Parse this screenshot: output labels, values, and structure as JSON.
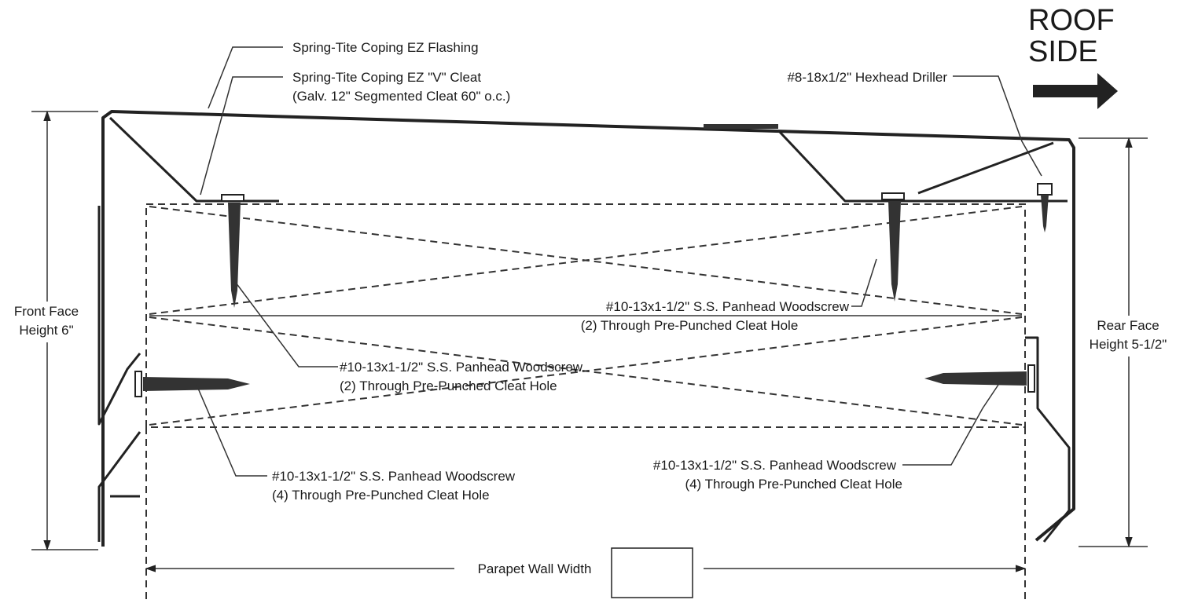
{
  "direction": {
    "line1": "ROOF",
    "line2": "SIDE"
  },
  "callouts": {
    "flashing": "Spring-Tite Coping EZ Flashing",
    "cleat_line1": "Spring-Tite Coping EZ \"V\" Cleat",
    "cleat_line2": "(Galv. 12\" Segmented Cleat 60\" o.c.)",
    "driller": "#8-18x1/2\" Hexhead Driller",
    "top_right_screw_line1": "#10-13x1-1/2\" S.S. Panhead Woodscrew",
    "top_right_screw_line2": "(2) Through Pre-Punched Cleat Hole",
    "top_left_screw_line1": "#10-13x1-1/2\" S.S. Panhead Woodscrew",
    "top_left_screw_line2": "(2) Through Pre-Punched Cleat Hole",
    "front_screw_line1": "#10-13x1-1/2\" S.S. Panhead Woodscrew",
    "front_screw_line2": "(4) Through Pre-Punched Cleat Hole",
    "rear_screw_line1": "#10-13x1-1/2\" S.S. Panhead Woodscrew",
    "rear_screw_line2": "(4) Through Pre-Punched Cleat Hole"
  },
  "dimensions": {
    "front_face_line1": "Front Face",
    "front_face_line2": "Height 6\"",
    "rear_face_line1": "Rear Face",
    "rear_face_line2": "Height 5-1/2\"",
    "wall_width": "Parapet Wall Width",
    "wall_width_value": ""
  }
}
